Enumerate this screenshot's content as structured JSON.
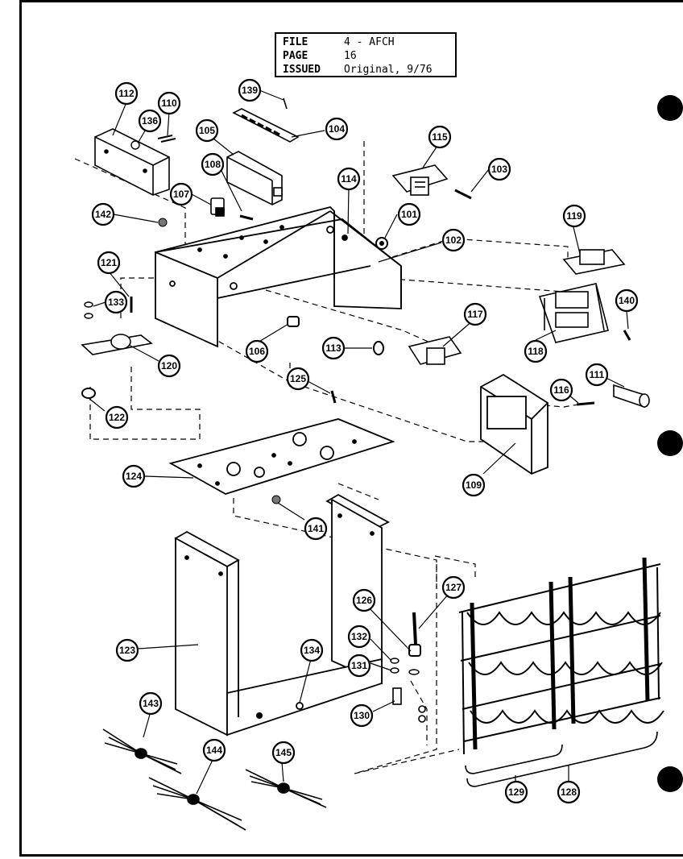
{
  "header": {
    "file_label": "FILE",
    "file_value": "4 - AFCH",
    "page_label": "PAGE",
    "page_value": "16",
    "issued_label": "ISSUED",
    "issued_value": "Original, 9/76"
  },
  "callouts": [
    "112",
    "110",
    "136",
    "139",
    "104",
    "105",
    "115",
    "103",
    "108",
    "107",
    "114",
    "101",
    "142",
    "102",
    "119",
    "121",
    "133",
    "117",
    "140",
    "120",
    "106",
    "113",
    "118",
    "111",
    "125",
    "122",
    "116",
    "109",
    "124",
    "141",
    "127",
    "126",
    "132",
    "131",
    "123",
    "134",
    "130",
    "143",
    "144",
    "145",
    "129",
    "128"
  ]
}
